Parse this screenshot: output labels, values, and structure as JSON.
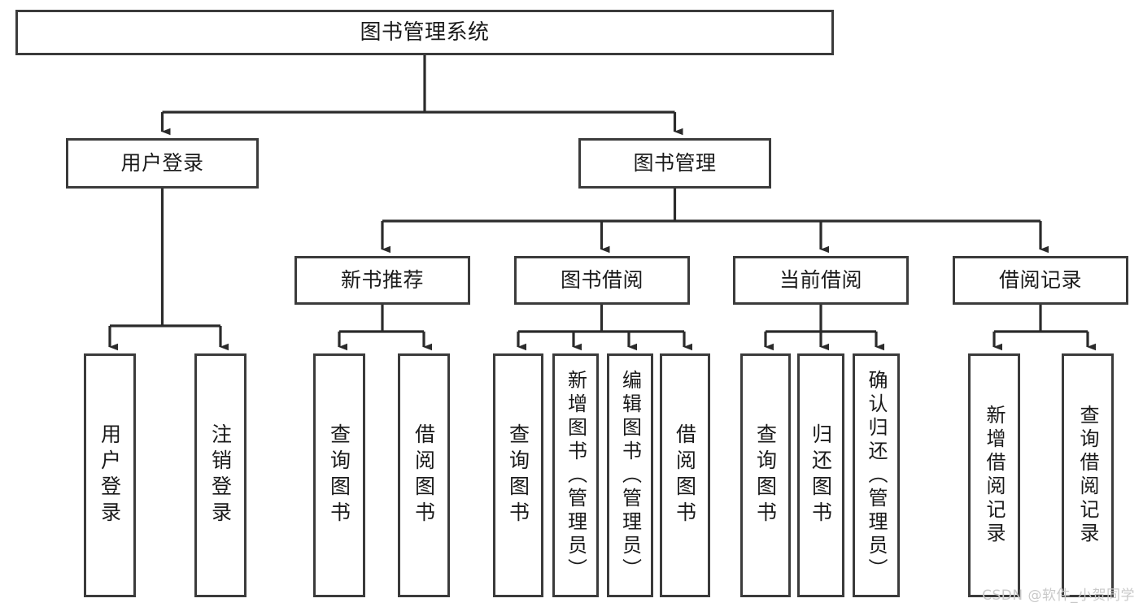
{
  "diagram": {
    "title": "图书管理系统",
    "type": "tree-hierarchy-chart",
    "watermark": "CSDN @软件_小贺同学",
    "colors": {
      "box_border": "#3b3b3b",
      "box_fill": "#ffffff",
      "connector": "#2b2b2b",
      "text": "#1a1a1a",
      "watermark": "#c9c9c9"
    },
    "nodes": {
      "root": {
        "label": "图书管理系统"
      },
      "level2": [
        {
          "id": "user-login",
          "label": "用户登录"
        },
        {
          "id": "book-manage",
          "label": "图书管理"
        }
      ],
      "level3": [
        {
          "id": "new-book-recommend",
          "label": "新书推荐"
        },
        {
          "id": "book-borrow",
          "label": "图书借阅"
        },
        {
          "id": "current-borrow",
          "label": "当前借阅"
        },
        {
          "id": "borrow-record",
          "label": "借阅记录"
        }
      ],
      "leaves": {
        "user_login": [
          {
            "id": "leaf-user-login",
            "label": "用户登录"
          },
          {
            "id": "leaf-logout-login",
            "label": "注销登录"
          }
        ],
        "new_book_recommend": [
          {
            "id": "leaf-query-book-1",
            "label": "查询图书"
          },
          {
            "id": "leaf-borrow-book-1",
            "label": "借阅图书"
          }
        ],
        "book_borrow": [
          {
            "id": "leaf-query-book-2",
            "label": "查询图书"
          },
          {
            "id": "leaf-add-book-admin",
            "label": "新增图书（管理员）"
          },
          {
            "id": "leaf-edit-book-admin",
            "label": "编辑图书（管理员）"
          },
          {
            "id": "leaf-borrow-book-2",
            "label": "借阅图书"
          }
        ],
        "current_borrow": [
          {
            "id": "leaf-query-book-3",
            "label": "查询图书"
          },
          {
            "id": "leaf-return-book",
            "label": "归还图书"
          },
          {
            "id": "leaf-confirm-return-admin",
            "label": "确认归还（管理员）"
          }
        ],
        "borrow_record": [
          {
            "id": "leaf-add-borrow-record",
            "label": "新增借阅记录"
          },
          {
            "id": "leaf-query-borrow-record",
            "label": "查询借阅记录"
          }
        ]
      }
    }
  }
}
